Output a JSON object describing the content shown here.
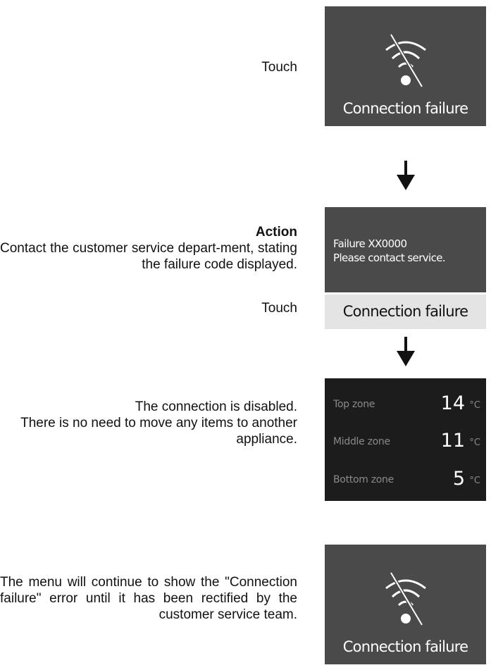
{
  "step1": {
    "instruction": "Touch"
  },
  "panel1": {
    "icon": "wifi-off-icon",
    "caption": "Connection failure"
  },
  "step2": {
    "action_heading": "Action",
    "action_text": "Contact the customer service depart-ment, stating the failure code displayed.",
    "instruction": "Touch"
  },
  "panel2": {
    "message_line1": "Failure XX0000",
    "message_line2": "Please contact service.",
    "button_label": "Connection failure"
  },
  "step3": {
    "line1": "The connection is disabled.",
    "line2": "There is no need to move any items to another appliance."
  },
  "panel3": {
    "zones": [
      {
        "label": "Top zone",
        "value": "14",
        "unit": "°C"
      },
      {
        "label": "Middle zone",
        "value": "11",
        "unit": "°C"
      },
      {
        "label": "Bottom zone",
        "value": "5",
        "unit": "°C"
      }
    ]
  },
  "step4": {
    "text": "The menu will continue to show the \"Connection failure\" error until it has been rectified by the customer service team."
  },
  "panel4": {
    "icon": "wifi-off-icon",
    "caption": "Connection failure"
  },
  "colors": {
    "panel_dark": "#4a4a4a",
    "panel_darker": "#1c1c1c",
    "button_light": "#e4e4e4"
  }
}
